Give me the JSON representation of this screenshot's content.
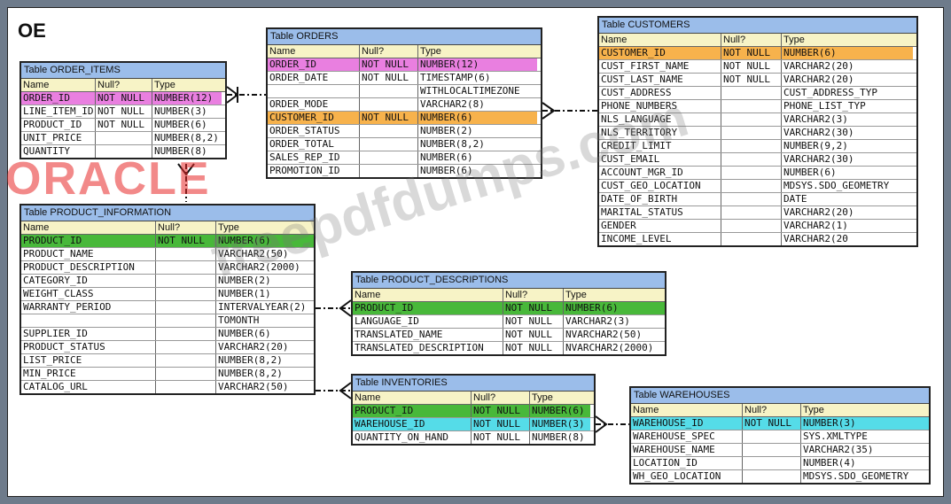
{
  "schema_label": "OE",
  "columns": {
    "name": "Name",
    "null": "Null?",
    "type": "Type"
  },
  "tables": [
    {
      "title": "Table ORDER_ITEMS",
      "rows": [
        {
          "name": "ORDER_ID",
          "null": "NOT NULL",
          "type": "NUMBER(12)",
          "highlight": "pink"
        },
        {
          "name": "LINE_ITEM_ID",
          "null": "NOT NULL",
          "type": "NUMBER(3)"
        },
        {
          "name": "PRODUCT_ID",
          "null": "NOT NULL",
          "type": "NUMBER(6)"
        },
        {
          "name": "UNIT_PRICE",
          "null": "",
          "type": "NUMBER(8,2)"
        },
        {
          "name": "QUANTITY",
          "null": "",
          "type": "NUMBER(8)"
        }
      ]
    },
    {
      "title": "Table ORDERS",
      "rows": [
        {
          "name": "ORDER_ID",
          "null": "NOT NULL",
          "type": "NUMBER(12)",
          "highlight": "pink"
        },
        {
          "name": "ORDER_DATE",
          "null": "NOT NULL",
          "type": "TIMESTAMP(6)"
        },
        {
          "name": "",
          "null": "",
          "type": "WITHLOCALTIMEZONE"
        },
        {
          "name": "ORDER_MODE",
          "null": "",
          "type": "VARCHAR2(8)"
        },
        {
          "name": "CUSTOMER_ID",
          "null": "NOT NULL",
          "type": "NUMBER(6)",
          "highlight": "orange"
        },
        {
          "name": "ORDER_STATUS",
          "null": "",
          "type": "NUMBER(2)"
        },
        {
          "name": "ORDER_TOTAL",
          "null": "",
          "type": "NUMBER(8,2)"
        },
        {
          "name": "SALES_REP_ID",
          "null": "",
          "type": "NUMBER(6)"
        },
        {
          "name": "PROMOTION_ID",
          "null": "",
          "type": "NUMBER(6)"
        }
      ]
    },
    {
      "title": "Table CUSTOMERS",
      "rows": [
        {
          "name": "CUSTOMER_ID",
          "null": "NOT NULL",
          "type": "NUMBER(6)",
          "highlight": "orange"
        },
        {
          "name": "CUST_FIRST_NAME",
          "null": "NOT NULL",
          "type": "VARCHAR2(20)"
        },
        {
          "name": "CUST_LAST_NAME",
          "null": "NOT NULL",
          "type": "VARCHAR2(20)"
        },
        {
          "name": "CUST_ADDRESS",
          "null": "",
          "type": "CUST_ADDRESS_TYP"
        },
        {
          "name": "PHONE_NUMBERS",
          "null": "",
          "type": "PHONE_LIST_TYP"
        },
        {
          "name": "NLS_LANGUAGE",
          "null": "",
          "type": "VARCHAR2(3)"
        },
        {
          "name": "NLS_TERRITORY",
          "null": "",
          "type": "VARCHAR2(30)"
        },
        {
          "name": "CREDIT_LIMIT",
          "null": "",
          "type": "NUMBER(9,2)"
        },
        {
          "name": "CUST_EMAIL",
          "null": "",
          "type": "VARCHAR2(30)"
        },
        {
          "name": "ACCOUNT_MGR_ID",
          "null": "",
          "type": "NUMBER(6)"
        },
        {
          "name": "CUST_GEO_LOCATION",
          "null": "",
          "type": "MDSYS.SDO_GEOMETRY"
        },
        {
          "name": "DATE_OF_BIRTH",
          "null": "",
          "type": "DATE"
        },
        {
          "name": "MARITAL_STATUS",
          "null": "",
          "type": "VARCHAR2(20)"
        },
        {
          "name": "GENDER",
          "null": "",
          "type": "VARCHAR2(1)"
        },
        {
          "name": "INCOME_LEVEL",
          "null": "",
          "type": "VARCHAR2(20"
        }
      ]
    },
    {
      "title": "Table PRODUCT_INFORMATION",
      "rows": [
        {
          "name": "PRODUCT_ID",
          "null": "NOT NULL",
          "type": "NUMBER(6)",
          "highlight": "green"
        },
        {
          "name": "PRODUCT_NAME",
          "null": "",
          "type": "VARCHAR2(50)"
        },
        {
          "name": "PRODUCT_DESCRIPTION",
          "null": "",
          "type": "VARCHAR2(2000)"
        },
        {
          "name": "CATEGORY_ID",
          "null": "",
          "type": "NUMBER(2)"
        },
        {
          "name": "WEIGHT_CLASS",
          "null": "",
          "type": "NUMBER(1)"
        },
        {
          "name": "WARRANTY_PERIOD",
          "null": "",
          "type": "INTERVALYEAR(2)"
        },
        {
          "name": "",
          "null": "",
          "type": "TOMONTH"
        },
        {
          "name": "SUPPLIER_ID",
          "null": "",
          "type": "NUMBER(6)"
        },
        {
          "name": "PRODUCT_STATUS",
          "null": "",
          "type": "VARCHAR2(20)"
        },
        {
          "name": "LIST_PRICE",
          "null": "",
          "type": "NUMBER(8,2)"
        },
        {
          "name": "MIN_PRICE",
          "null": "",
          "type": "NUMBER(8,2)"
        },
        {
          "name": "CATALOG_URL",
          "null": "",
          "type": "VARCHAR2(50)"
        }
      ]
    },
    {
      "title": "Table PRODUCT_DESCRIPTIONS",
      "rows": [
        {
          "name": "PRODUCT_ID",
          "null": "NOT NULL",
          "type": "NUMBER(6)",
          "highlight": "green"
        },
        {
          "name": "LANGUAGE_ID",
          "null": "NOT NULL",
          "type": "VARCHAR2(3)"
        },
        {
          "name": "TRANSLATED_NAME",
          "null": "NOT NULL",
          "type": "NVARCHAR2(50)"
        },
        {
          "name": "TRANSLATED_DESCRIPTION",
          "null": "NOT NULL",
          "type": "NVARCHAR2(2000)"
        }
      ]
    },
    {
      "title": "Table INVENTORIES",
      "rows": [
        {
          "name": "PRODUCT_ID",
          "null": "NOT NULL",
          "type": "NUMBER(6)",
          "highlight": "green"
        },
        {
          "name": "WAREHOUSE_ID",
          "null": "NOT NULL",
          "type": "NUMBER(3)",
          "highlight": "cyan"
        },
        {
          "name": "QUANTITY_ON_HAND",
          "null": "NOT NULL",
          "type": "NUMBER(8)"
        }
      ]
    },
    {
      "title": "Table WAREHOUSES",
      "rows": [
        {
          "name": "WAREHOUSE_ID",
          "null": "NOT NULL",
          "type": "NUMBER(3)",
          "highlight": "cyan"
        },
        {
          "name": "WAREHOUSE_SPEC",
          "null": "",
          "type": "SYS.XMLTYPE"
        },
        {
          "name": "WAREHOUSE_NAME",
          "null": "",
          "type": "VARCHAR2(35)"
        },
        {
          "name": "LOCATION_ID",
          "null": "",
          "type": "NUMBER(4)"
        },
        {
          "name": "WH_GEO_LOCATION",
          "null": "",
          "type": "MDSYS.SDO_GEOMETRY"
        }
      ]
    }
  ],
  "watermark_logo": "ORACLE",
  "watermark_text": "freepdfdumps.com"
}
